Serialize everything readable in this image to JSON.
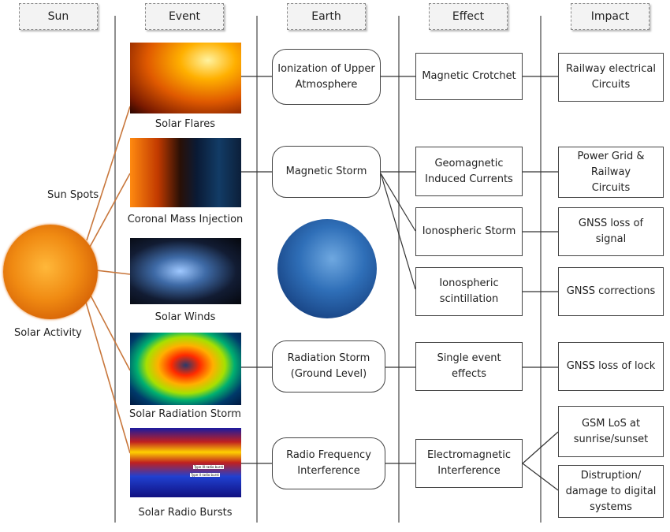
{
  "headers": {
    "sun": "Sun",
    "event": "Event",
    "earth": "Earth",
    "effect": "Effect",
    "impact": "Impact"
  },
  "sun": {
    "spots": "Sun Spots",
    "activity": "Solar Activity"
  },
  "events": {
    "flares": "Solar Flares",
    "cme": "Coronal Mass Injection",
    "winds": "Solar Winds",
    "radiation": "Solar Radiation Storm",
    "radio": "Solar Radio Bursts"
  },
  "radio_plot": {
    "label1": "Type III radio burst",
    "label2": "Type II radio burst"
  },
  "earth": {
    "ionization": "Ionization of Upper Atmosphere",
    "magnetic": "Magnetic Storm",
    "radiation": "Radiation Storm (Ground Level)",
    "rfi": "Radio Frequency Interference"
  },
  "effect": {
    "crotchet": "Magnetic Crotchet",
    "gic": "Geomagnetic Induced Currents",
    "iono_storm": "Ionospheric Storm",
    "scint": "Ionospheric scintillation",
    "see": "Single event effects",
    "emi": "Electromagnetic Interference"
  },
  "impact": {
    "railway": "Railway electrical Circuits",
    "power": "Power Grid & Railway Circuits",
    "gnss_signal": "GNSS loss of signal",
    "gnss_corr": "GNSS corrections",
    "gnss_lock": "GNSS loss of lock",
    "gsm": "GSM LoS at sunrise/sunset",
    "digital": "Distruption/ damage to digital systems"
  }
}
